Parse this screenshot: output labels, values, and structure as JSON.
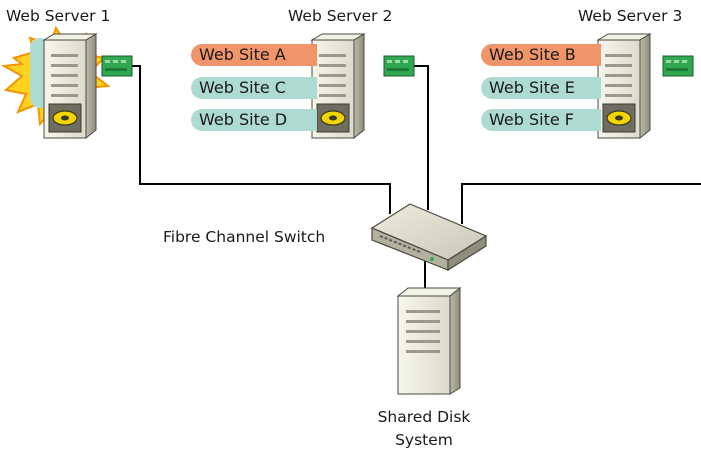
{
  "servers": [
    {
      "label": "Web Server 1",
      "status": "failed",
      "sites": []
    },
    {
      "label": "Web Server 2",
      "status": "ok",
      "sites": [
        {
          "label": "Web Site A",
          "highlight": true
        },
        {
          "label": "Web Site C",
          "highlight": false
        },
        {
          "label": "Web Site D",
          "highlight": false
        }
      ]
    },
    {
      "label": "Web Server 3",
      "status": "ok",
      "sites": [
        {
          "label": "Web Site B",
          "highlight": true
        },
        {
          "label": "Web Site E",
          "highlight": false
        },
        {
          "label": "Web Site F",
          "highlight": false
        }
      ]
    }
  ],
  "switch": {
    "label": "Fibre Channel Switch"
  },
  "storage": {
    "label_line1": "Shared Disk",
    "label_line2": "System"
  },
  "colors": {
    "site_highlight": "#f0956a",
    "site_normal": "#aedbd1",
    "failure_burst": "#ffd21f",
    "nic": "#2fa84f",
    "cable": "#000000",
    "server_body": "#efeee2"
  }
}
